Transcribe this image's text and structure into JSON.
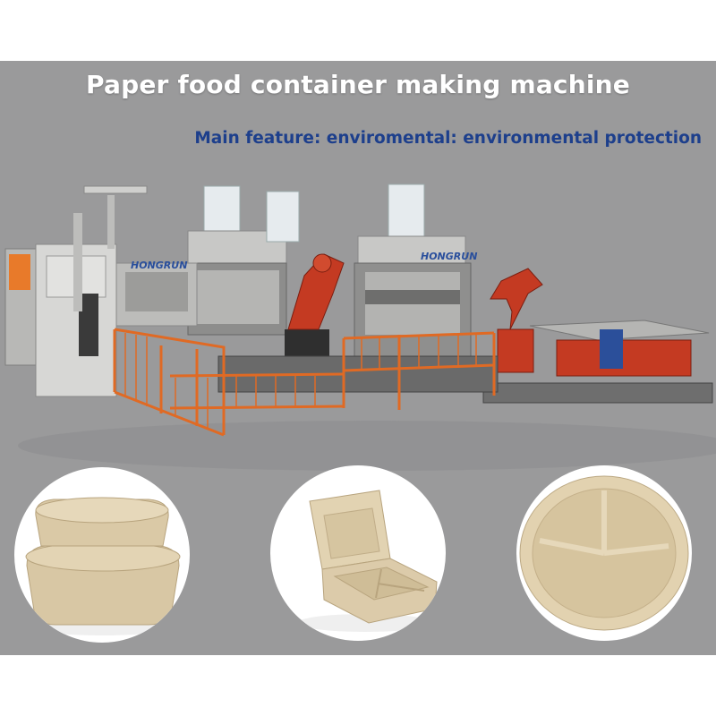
{
  "title": "Paper food container making machine",
  "subtitle": "Main feature: enviromental: environmental protection",
  "machine_brand_labels": [
    "HONGRUN",
    "HONGRUN"
  ],
  "colors": {
    "background": "#9a9a9b",
    "title": "#ffffff",
    "subtitle": "#1d3f8c",
    "railing": "#e06a24",
    "robot": "#c43a22",
    "machine": "#c9c9c7",
    "pulp_product": "#dccbaa"
  },
  "products": [
    "rectangular-bowls",
    "clamshell-box",
    "three-compartment-plate"
  ]
}
